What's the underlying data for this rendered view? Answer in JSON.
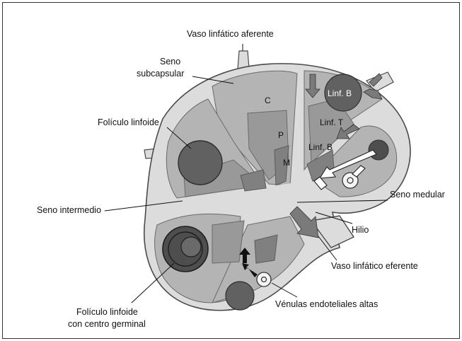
{
  "labels": {
    "vaso_aferente": "Vaso linfático aferente",
    "seno_sub_1": "Seno",
    "seno_sub_2": "subcapsular",
    "foliculo": "Folículo linfoide",
    "seno_intermedio": "Seno intermedio",
    "foliculo_germ_1": "Folículo linfoide",
    "foliculo_germ_2": "con centro germinal",
    "seno_medular": "Seno medular",
    "hilio": "Hilio",
    "vaso_eferente": "Vaso linfático eferente",
    "venulas": "Vénulas endoteliales altas"
  },
  "regions": {
    "cortex": "C",
    "paracortex": "P",
    "medulla": "M",
    "linf_b_top": "Linf. B",
    "linf_t": "Linf. T",
    "linf_b_mid": "Linf. B"
  },
  "colors": {
    "capsule": "#dcdcdc",
    "outline": "#4a4a4a",
    "cortex": "#b4b4b4",
    "paracortex": "#999999",
    "medulla": "#808080",
    "follicle": "#616161",
    "arrow_dark": "#7a7a7a"
  }
}
